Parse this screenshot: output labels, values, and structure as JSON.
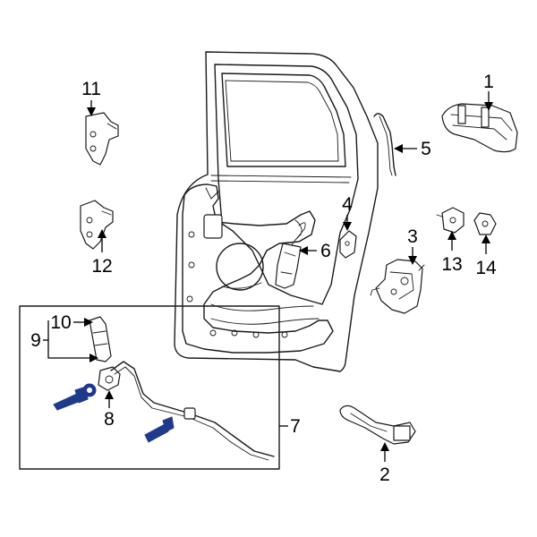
{
  "diagram": {
    "callouts": [
      {
        "id": "1",
        "label": "1"
      },
      {
        "id": "2",
        "label": "2"
      },
      {
        "id": "3",
        "label": "3"
      },
      {
        "id": "4",
        "label": "4"
      },
      {
        "id": "5",
        "label": "5"
      },
      {
        "id": "6",
        "label": "6"
      },
      {
        "id": "7",
        "label": "7"
      },
      {
        "id": "8",
        "label": "8"
      },
      {
        "id": "9",
        "label": "9"
      },
      {
        "id": "10",
        "label": "10"
      },
      {
        "id": "11",
        "label": "11"
      },
      {
        "id": "12",
        "label": "12"
      },
      {
        "id": "13",
        "label": "13"
      },
      {
        "id": "14",
        "label": "14"
      }
    ],
    "colors": {
      "line": "#1a1a1a",
      "highlight": "#1f3a8a",
      "background": "#ffffff"
    }
  }
}
